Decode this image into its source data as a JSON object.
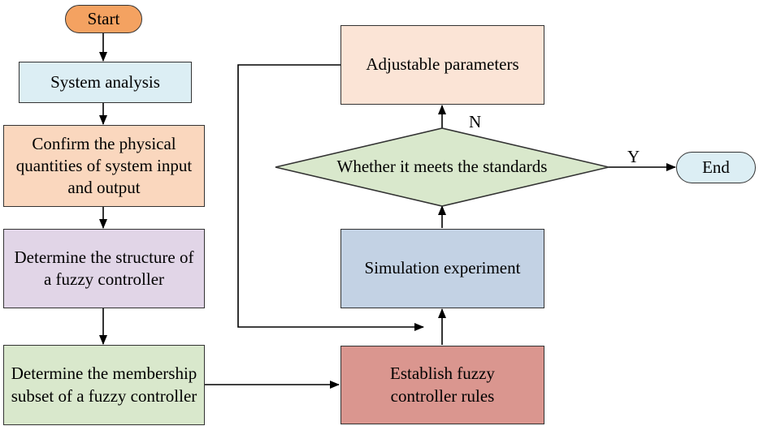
{
  "nodes": {
    "start": {
      "label": "Start",
      "fill": "#F4A261"
    },
    "system_analysis": {
      "label": "System analysis",
      "fill": "#DCEEF4"
    },
    "confirm_quantities": {
      "label": "Confirm the physical quantities of system input and output",
      "fill": "#FAD7BE"
    },
    "determine_structure": {
      "label": "Determine the structure of a fuzzy controller",
      "fill": "#E1D5E7"
    },
    "determine_membership": {
      "label": "Determine the membership subset of a fuzzy controller",
      "fill": "#D9E8CC"
    },
    "establish_rules": {
      "label": "Establish fuzzy controller rules",
      "fill": "#DA968F"
    },
    "simulation_experiment": {
      "label": "Simulation experiment",
      "fill": "#C3D2E4"
    },
    "decision": {
      "label": "Whether it meets the standards",
      "fill": "#D9E8CC"
    },
    "adjustable_parameters": {
      "label": "Adjustable parameters",
      "fill": "#FBE4D6"
    },
    "end": {
      "label": "End",
      "fill": "#DCEEF4"
    }
  },
  "edge_labels": {
    "no": "N",
    "yes": "Y"
  }
}
